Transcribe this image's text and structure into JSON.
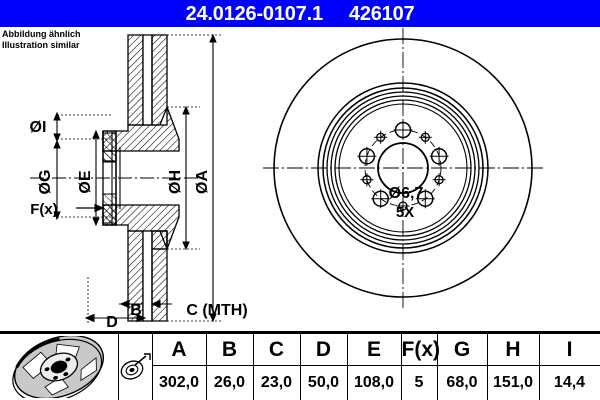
{
  "header": {
    "part_number": "24.0126-0107.1",
    "reference_number": "426107",
    "background_color": "#0000ff",
    "text_color": "#ffffff"
  },
  "note": {
    "line_de": "Abbildung ähnlich",
    "line_en": "Illustration similar"
  },
  "drawing": {
    "section_view": {
      "dimension_labels": [
        {
          "id": "I",
          "text": "ØI"
        },
        {
          "id": "G",
          "text": "ØG"
        },
        {
          "id": "E",
          "text": "ØE"
        },
        {
          "id": "H",
          "text": "ØH"
        },
        {
          "id": "A",
          "text": "ØA"
        },
        {
          "id": "Fx",
          "text": "F(x)"
        },
        {
          "id": "B",
          "text": "B"
        },
        {
          "id": "C",
          "text": "C (MTH)"
        },
        {
          "id": "D",
          "text": "D"
        }
      ]
    },
    "face_view": {
      "bolt_hole_diameter": "Ø6,7",
      "bolt_hole_count": "5X"
    }
  },
  "spec_table": {
    "columns": [
      "A",
      "B",
      "C",
      "D",
      "E",
      "F(x)",
      "G",
      "H",
      "I"
    ],
    "values": [
      "302,0",
      "26,0",
      "23,0",
      "50,0",
      "108,0",
      "5",
      "68,0",
      "151,0",
      "14,4"
    ],
    "icons": [
      "brake-disc-photo",
      "measurement-icon"
    ]
  }
}
